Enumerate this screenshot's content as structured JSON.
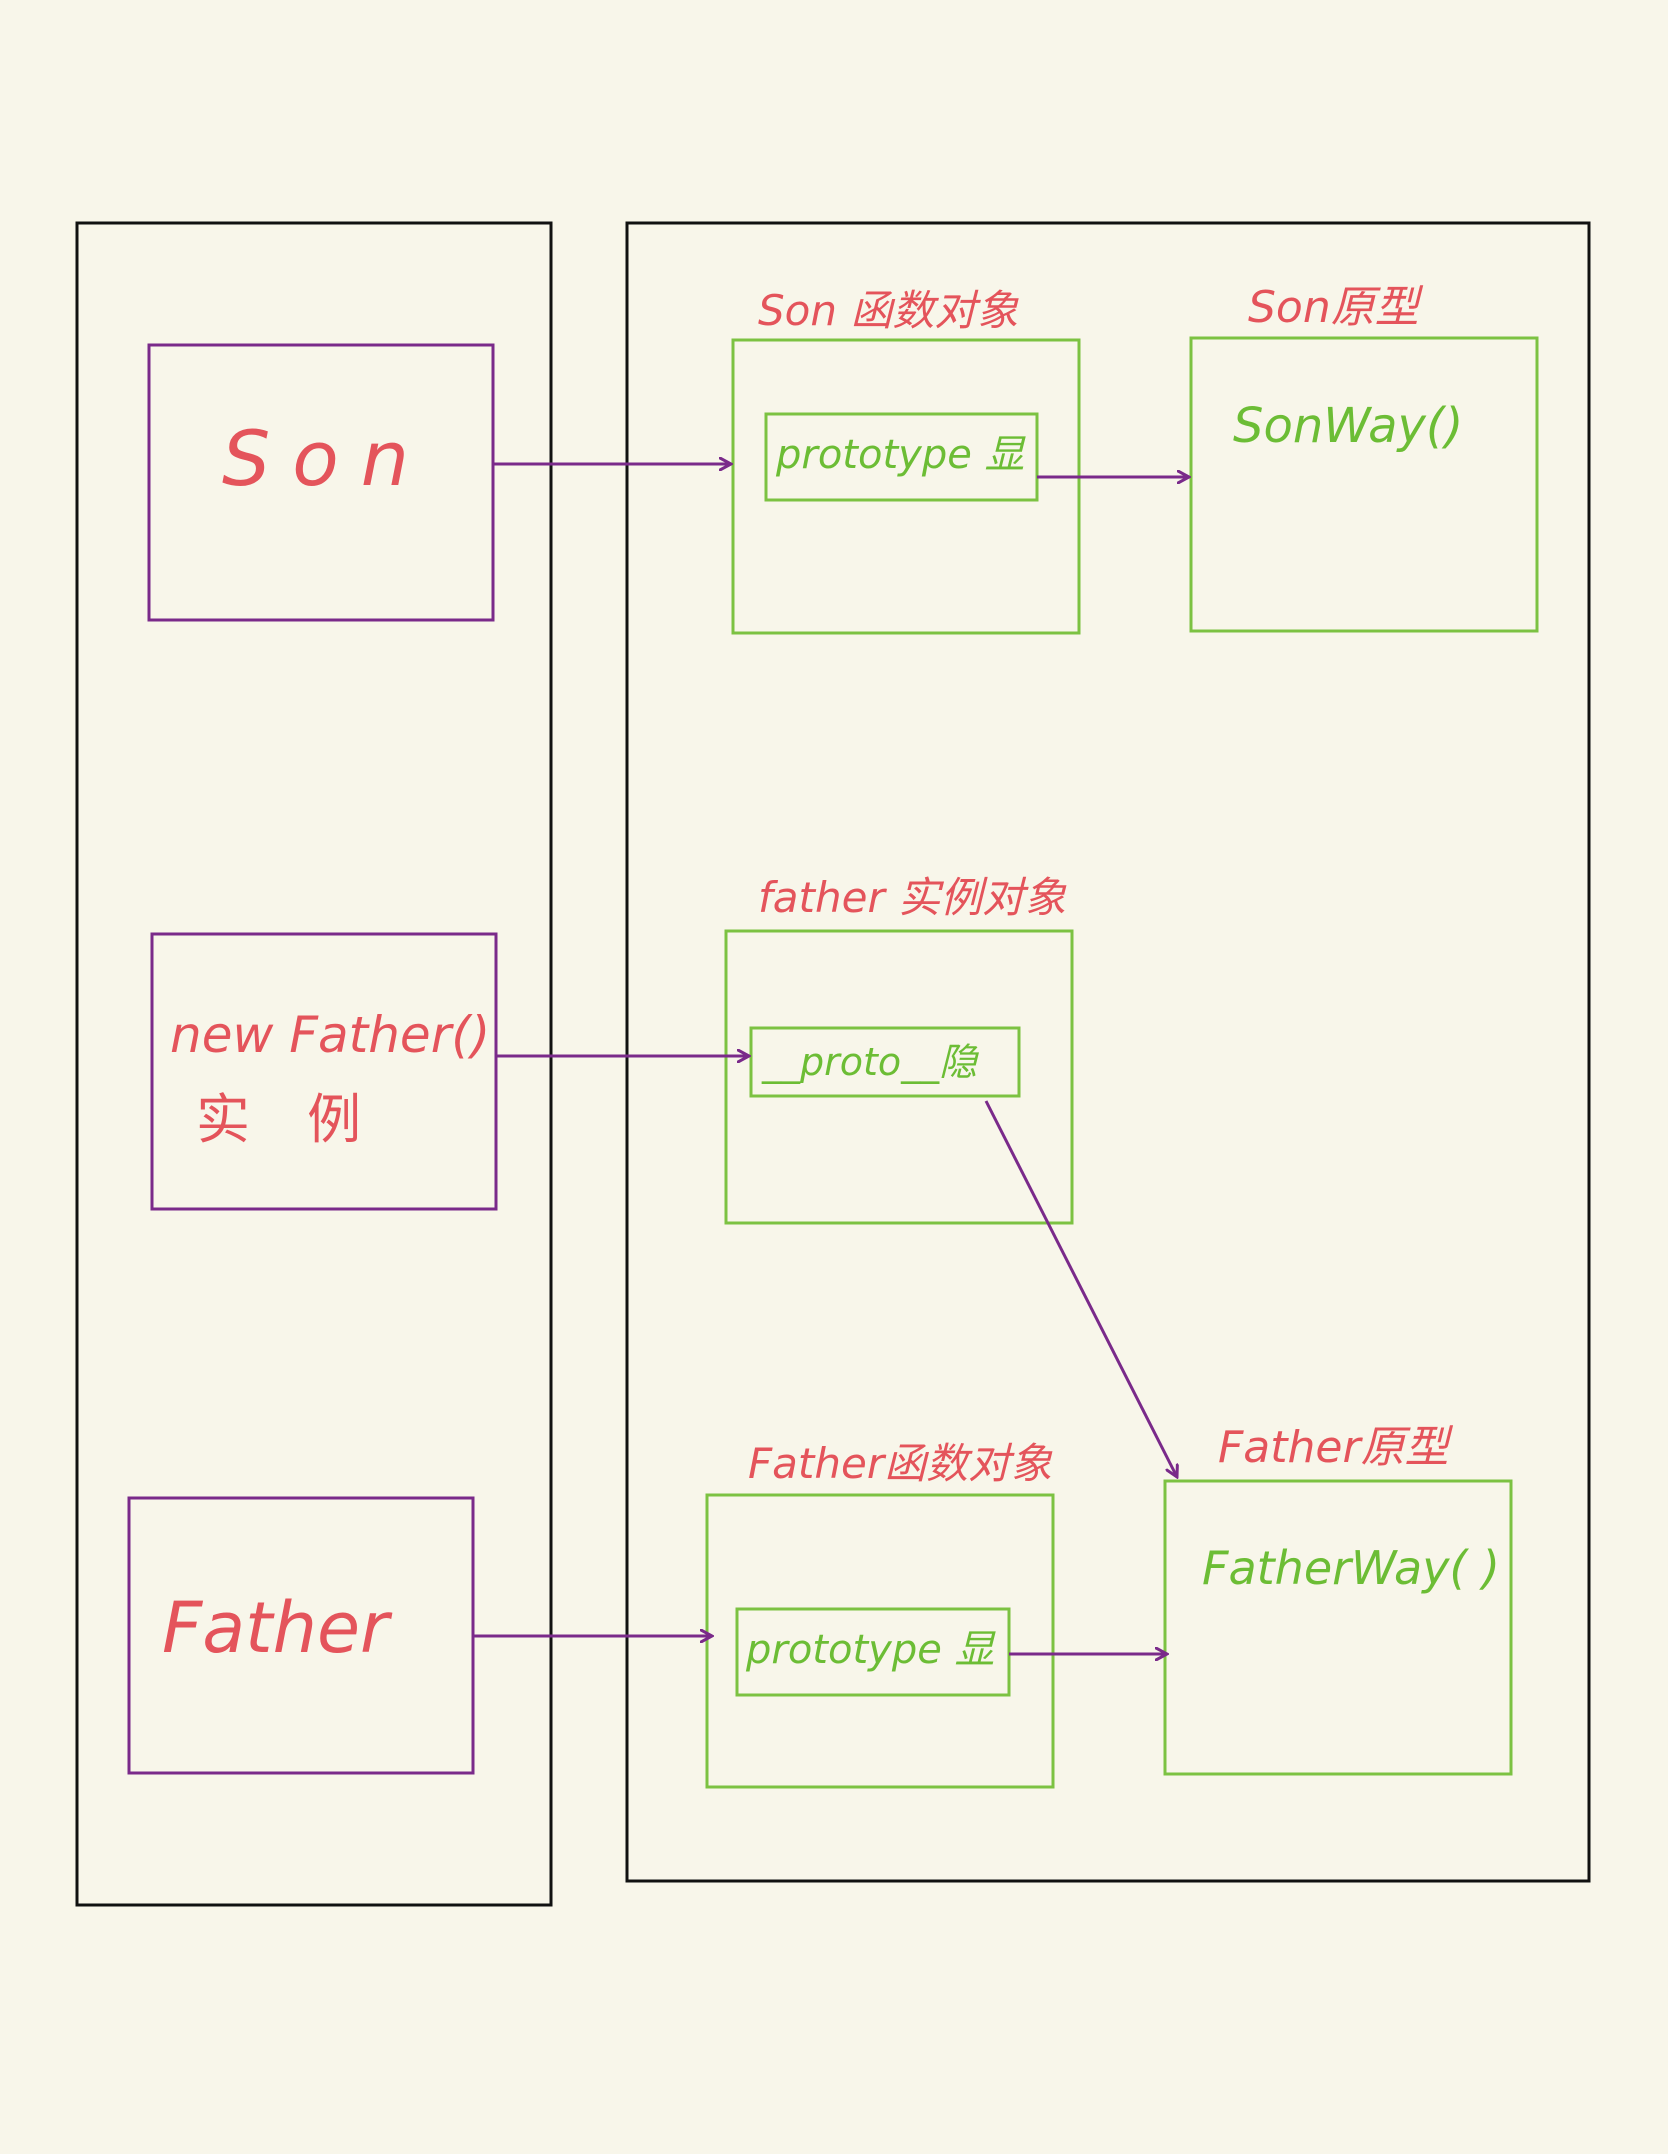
{
  "colors": {
    "background": "#f8f6ea",
    "panel_border": "#111111",
    "box_purple": "#7a2a8a",
    "box_green": "#7cc242",
    "text_red": "#e4545b",
    "text_green": "#6cbd35",
    "arrow": "#7a2a8a"
  },
  "left_panel": {
    "son_box": {
      "label": "Son"
    },
    "instance_box": {
      "line1": "new Father()",
      "line2": "实 例"
    },
    "father_box": {
      "label": "Father"
    }
  },
  "right_panel": {
    "son_func": {
      "title": "Son 函数对象",
      "slot": "prototype 显"
    },
    "son_proto": {
      "title": "Son原型",
      "content": "SonWay()"
    },
    "father_instance": {
      "title": "father 实例对象",
      "slot": "__proto__隐"
    },
    "father_func": {
      "title": "Father函数对象",
      "slot": "prototype 显"
    },
    "father_proto": {
      "title": "Father原型",
      "content": "FatherWay( )"
    }
  }
}
